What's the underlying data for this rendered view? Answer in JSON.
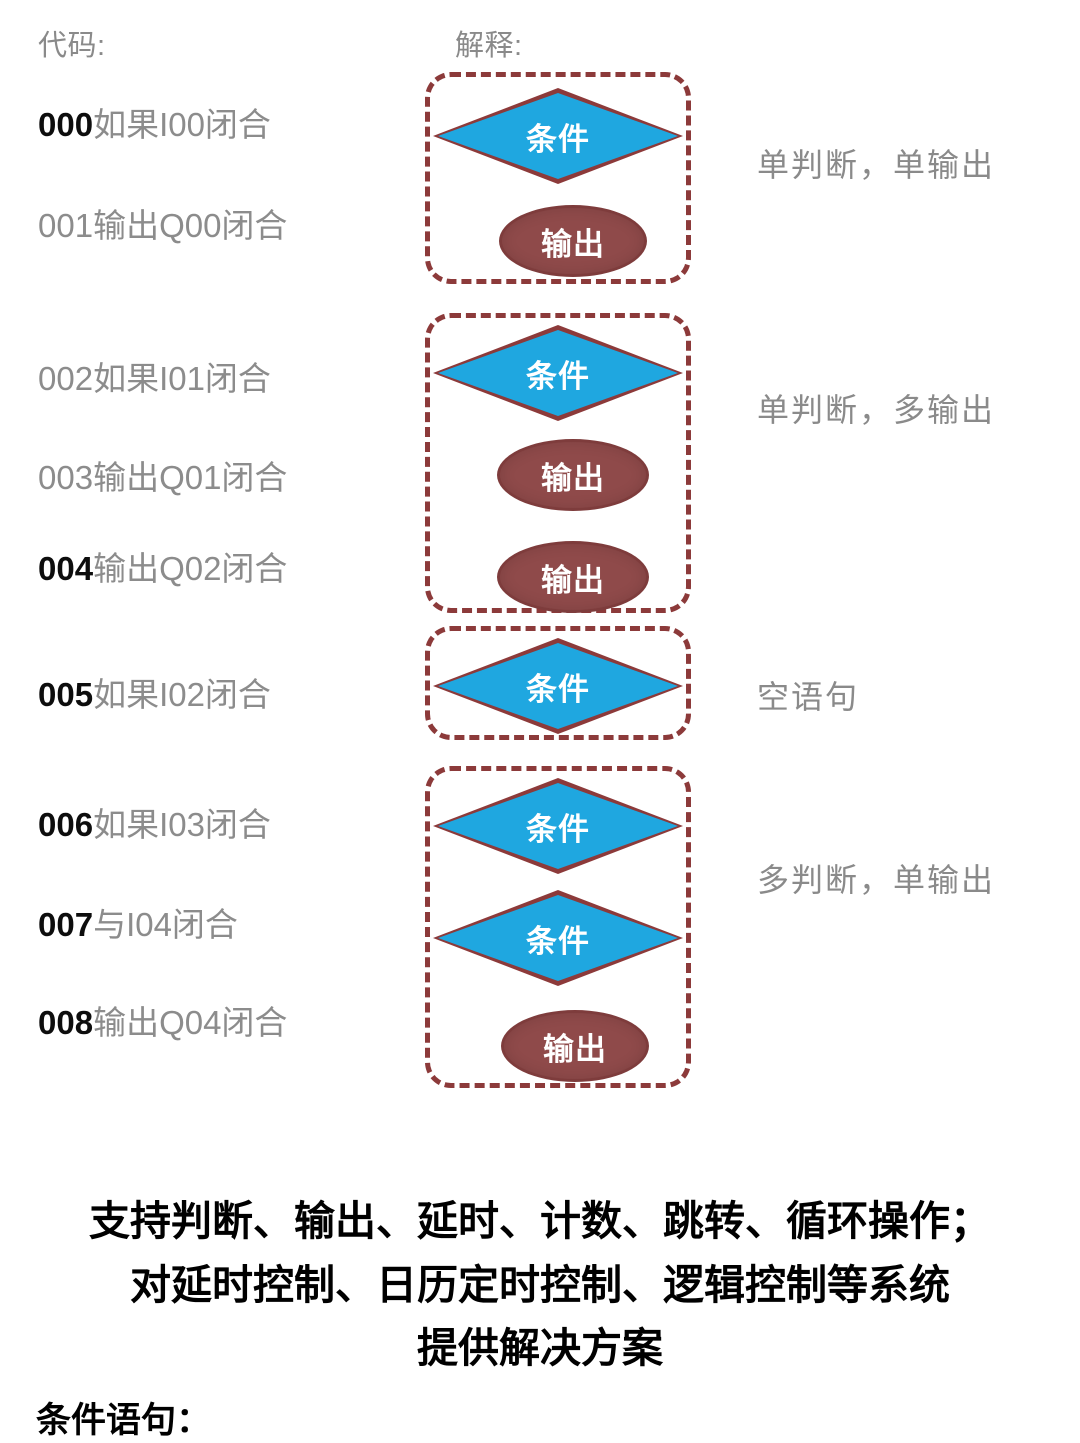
{
  "headers": {
    "code": "代码:",
    "explanation": "解释:"
  },
  "code_lines": [
    {
      "num": "000",
      "text": "如果I00闭合",
      "emphasis": true
    },
    {
      "num": "001",
      "text": "输出Q00闭合",
      "emphasis": false
    },
    {
      "num": "002",
      "text": "如果I01闭合",
      "emphasis": false
    },
    {
      "num": "003",
      "text": "输出Q01闭合",
      "emphasis": false
    },
    {
      "num": "004",
      "text": "输出Q02闭合",
      "emphasis": true
    },
    {
      "num": "005",
      "text": "如果I02闭合",
      "emphasis": true
    },
    {
      "num": "006",
      "text": "如果I03闭合",
      "emphasis": true
    },
    {
      "num": "007",
      "text": "与I04闭合",
      "emphasis": true
    },
    {
      "num": "008",
      "text": "输出Q04闭合",
      "emphasis": true
    }
  ],
  "groups": [
    {
      "id": "group-1",
      "explanation": "单判断，单输出",
      "nodes": [
        {
          "type": "condition",
          "label": "条件"
        },
        {
          "type": "output",
          "label": "输出"
        }
      ]
    },
    {
      "id": "group-2",
      "explanation": "单判断，多输出",
      "nodes": [
        {
          "type": "condition",
          "label": "条件"
        },
        {
          "type": "output",
          "label": "输出"
        },
        {
          "type": "output",
          "label": "输出"
        }
      ]
    },
    {
      "id": "group-3",
      "explanation": "空语句",
      "nodes": [
        {
          "type": "condition",
          "label": "条件"
        }
      ]
    },
    {
      "id": "group-4",
      "explanation": "多判断，单输出",
      "nodes": [
        {
          "type": "condition",
          "label": "条件"
        },
        {
          "type": "condition",
          "label": "条件"
        },
        {
          "type": "output",
          "label": "输出"
        }
      ]
    }
  ],
  "bottom_paragraph": [
    "支持判断、输出、延时、计数、跳转、循环操作；",
    "对延时控制、日历定时控制、逻辑控制等系统",
    "提供解决方案"
  ],
  "footer_label": "条件语句：",
  "colors": {
    "condition_fill": "#1FA7E0",
    "output_fill": "#8F4A4A",
    "shape_border": "#8C3A3A",
    "group_border": "#8C3A3A",
    "code_gray": "#8C8C8C",
    "code_black": "#0D0D0D",
    "explanation_gray": "#8A8A8A",
    "background": "#FFFFFF"
  }
}
